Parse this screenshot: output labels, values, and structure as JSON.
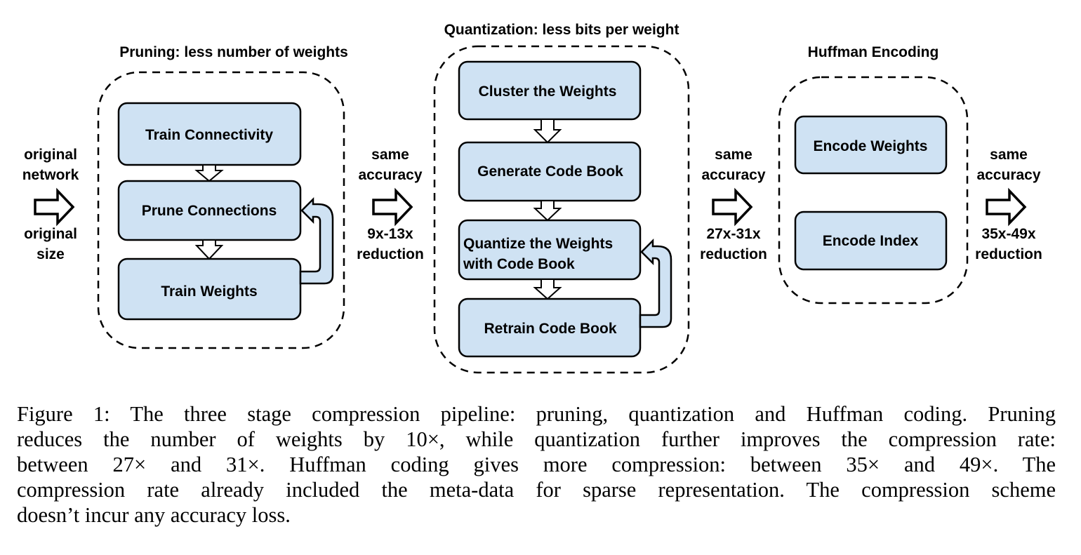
{
  "stages": {
    "pruning": {
      "title": "Pruning: less number of weights",
      "steps": [
        "Train Connectivity",
        "Prune Connections",
        "Train Weights"
      ]
    },
    "quantization": {
      "title": "Quantization: less bits per weight",
      "steps": [
        "Cluster the Weights",
        "Generate Code Book",
        "Quantize the Weights",
        "with Code Book",
        "Retrain Code Book"
      ]
    },
    "huffman": {
      "title": "Huffman Encoding",
      "steps": [
        "Encode Weights",
        "Encode Index"
      ]
    }
  },
  "transitions": {
    "input": {
      "top": [
        "original",
        "network"
      ],
      "bottom": [
        "original",
        "size"
      ]
    },
    "after_pruning": {
      "top": [
        "same",
        "accuracy"
      ],
      "bottom": [
        "9x-13x",
        "reduction"
      ]
    },
    "after_quantization": {
      "top": [
        "same",
        "accuracy"
      ],
      "bottom": [
        "27x-31x",
        "reduction"
      ]
    },
    "after_huffman": {
      "top": [
        "same",
        "accuracy"
      ],
      "bottom": [
        "35x-49x",
        "reduction"
      ]
    }
  },
  "caption": {
    "lines": [
      "Figure 1: The three stage compression pipeline: pruning, quantization and Huffman coding. Pruning",
      "reduces the number of weights by 10×, while quantization further improves the compression rate:",
      "between 27× and 31×. Huffman coding gives more compression: between 35× and 49×. The",
      "compression rate already included the meta-data for sparse representation. The compression scheme",
      "doesn’t incur any accuracy loss."
    ]
  }
}
